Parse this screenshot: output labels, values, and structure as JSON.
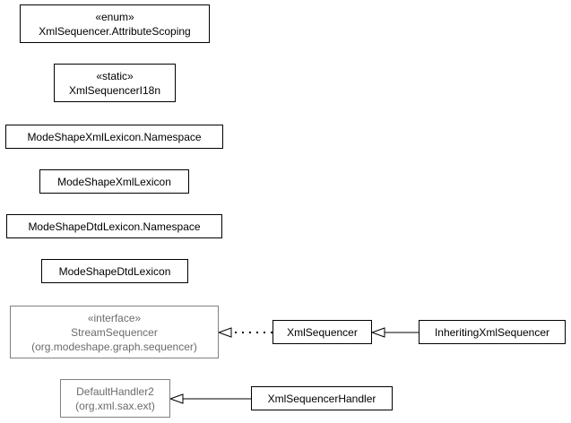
{
  "nodes": {
    "attribute_scoping": {
      "stereotype": "«enum»",
      "name": "XmlSequencer.AttributeScoping"
    },
    "i18n": {
      "stereotype": "«static»",
      "name": "XmlSequencerI18n"
    },
    "xml_lexicon_namespace": {
      "name": "ModeShapeXmlLexicon.Namespace"
    },
    "xml_lexicon": {
      "name": "ModeShapeXmlLexicon"
    },
    "dtd_lexicon_namespace": {
      "name": "ModeShapeDtdLexicon.Namespace"
    },
    "dtd_lexicon": {
      "name": "ModeShapeDtdLexicon"
    },
    "stream_sequencer": {
      "stereotype": "«interface»",
      "name": "StreamSequencer",
      "package": "(org.modeshape.graph.sequencer)"
    },
    "xml_sequencer": {
      "name": "XmlSequencer"
    },
    "inheriting_xml_sequencer": {
      "name": "InheritingXmlSequencer"
    },
    "default_handler2": {
      "name": "DefaultHandler2",
      "package": "(org.xml.sax.ext)"
    },
    "xml_sequencer_handler": {
      "name": "XmlSequencerHandler"
    }
  },
  "edges": [
    {
      "from": "xml_sequencer",
      "to": "stream_sequencer",
      "kind": "realization"
    },
    {
      "from": "inheriting_xml_sequencer",
      "to": "xml_sequencer",
      "kind": "generalization"
    },
    {
      "from": "xml_sequencer_handler",
      "to": "default_handler2",
      "kind": "generalization"
    }
  ],
  "colors": {
    "line": "#000000",
    "external_border": "#808080",
    "external_text": "#6b6b6b"
  }
}
